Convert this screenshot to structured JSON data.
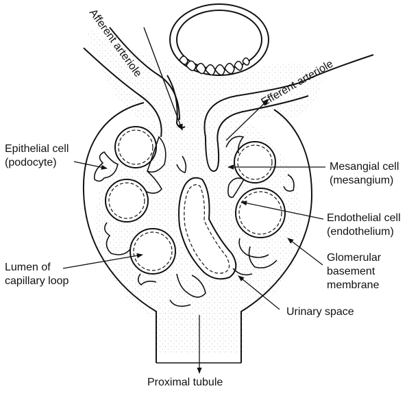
{
  "labels": {
    "afferent": "Afferent arteriole",
    "efferent": "Efferent arteriole",
    "epithelial": [
      "Epithelial cell",
      "(podocyte)"
    ],
    "mesangial": [
      "Mesangial cell",
      "(mesangium)"
    ],
    "endothelial": [
      "Endothelial cell",
      "(endothelium)"
    ],
    "lumen": [
      "Lumen of",
      "capillary loop"
    ],
    "gbm": [
      "Glomerular",
      "basement",
      "membrane"
    ],
    "urinary": "Urinary space",
    "proximal": "Proximal tubule"
  }
}
